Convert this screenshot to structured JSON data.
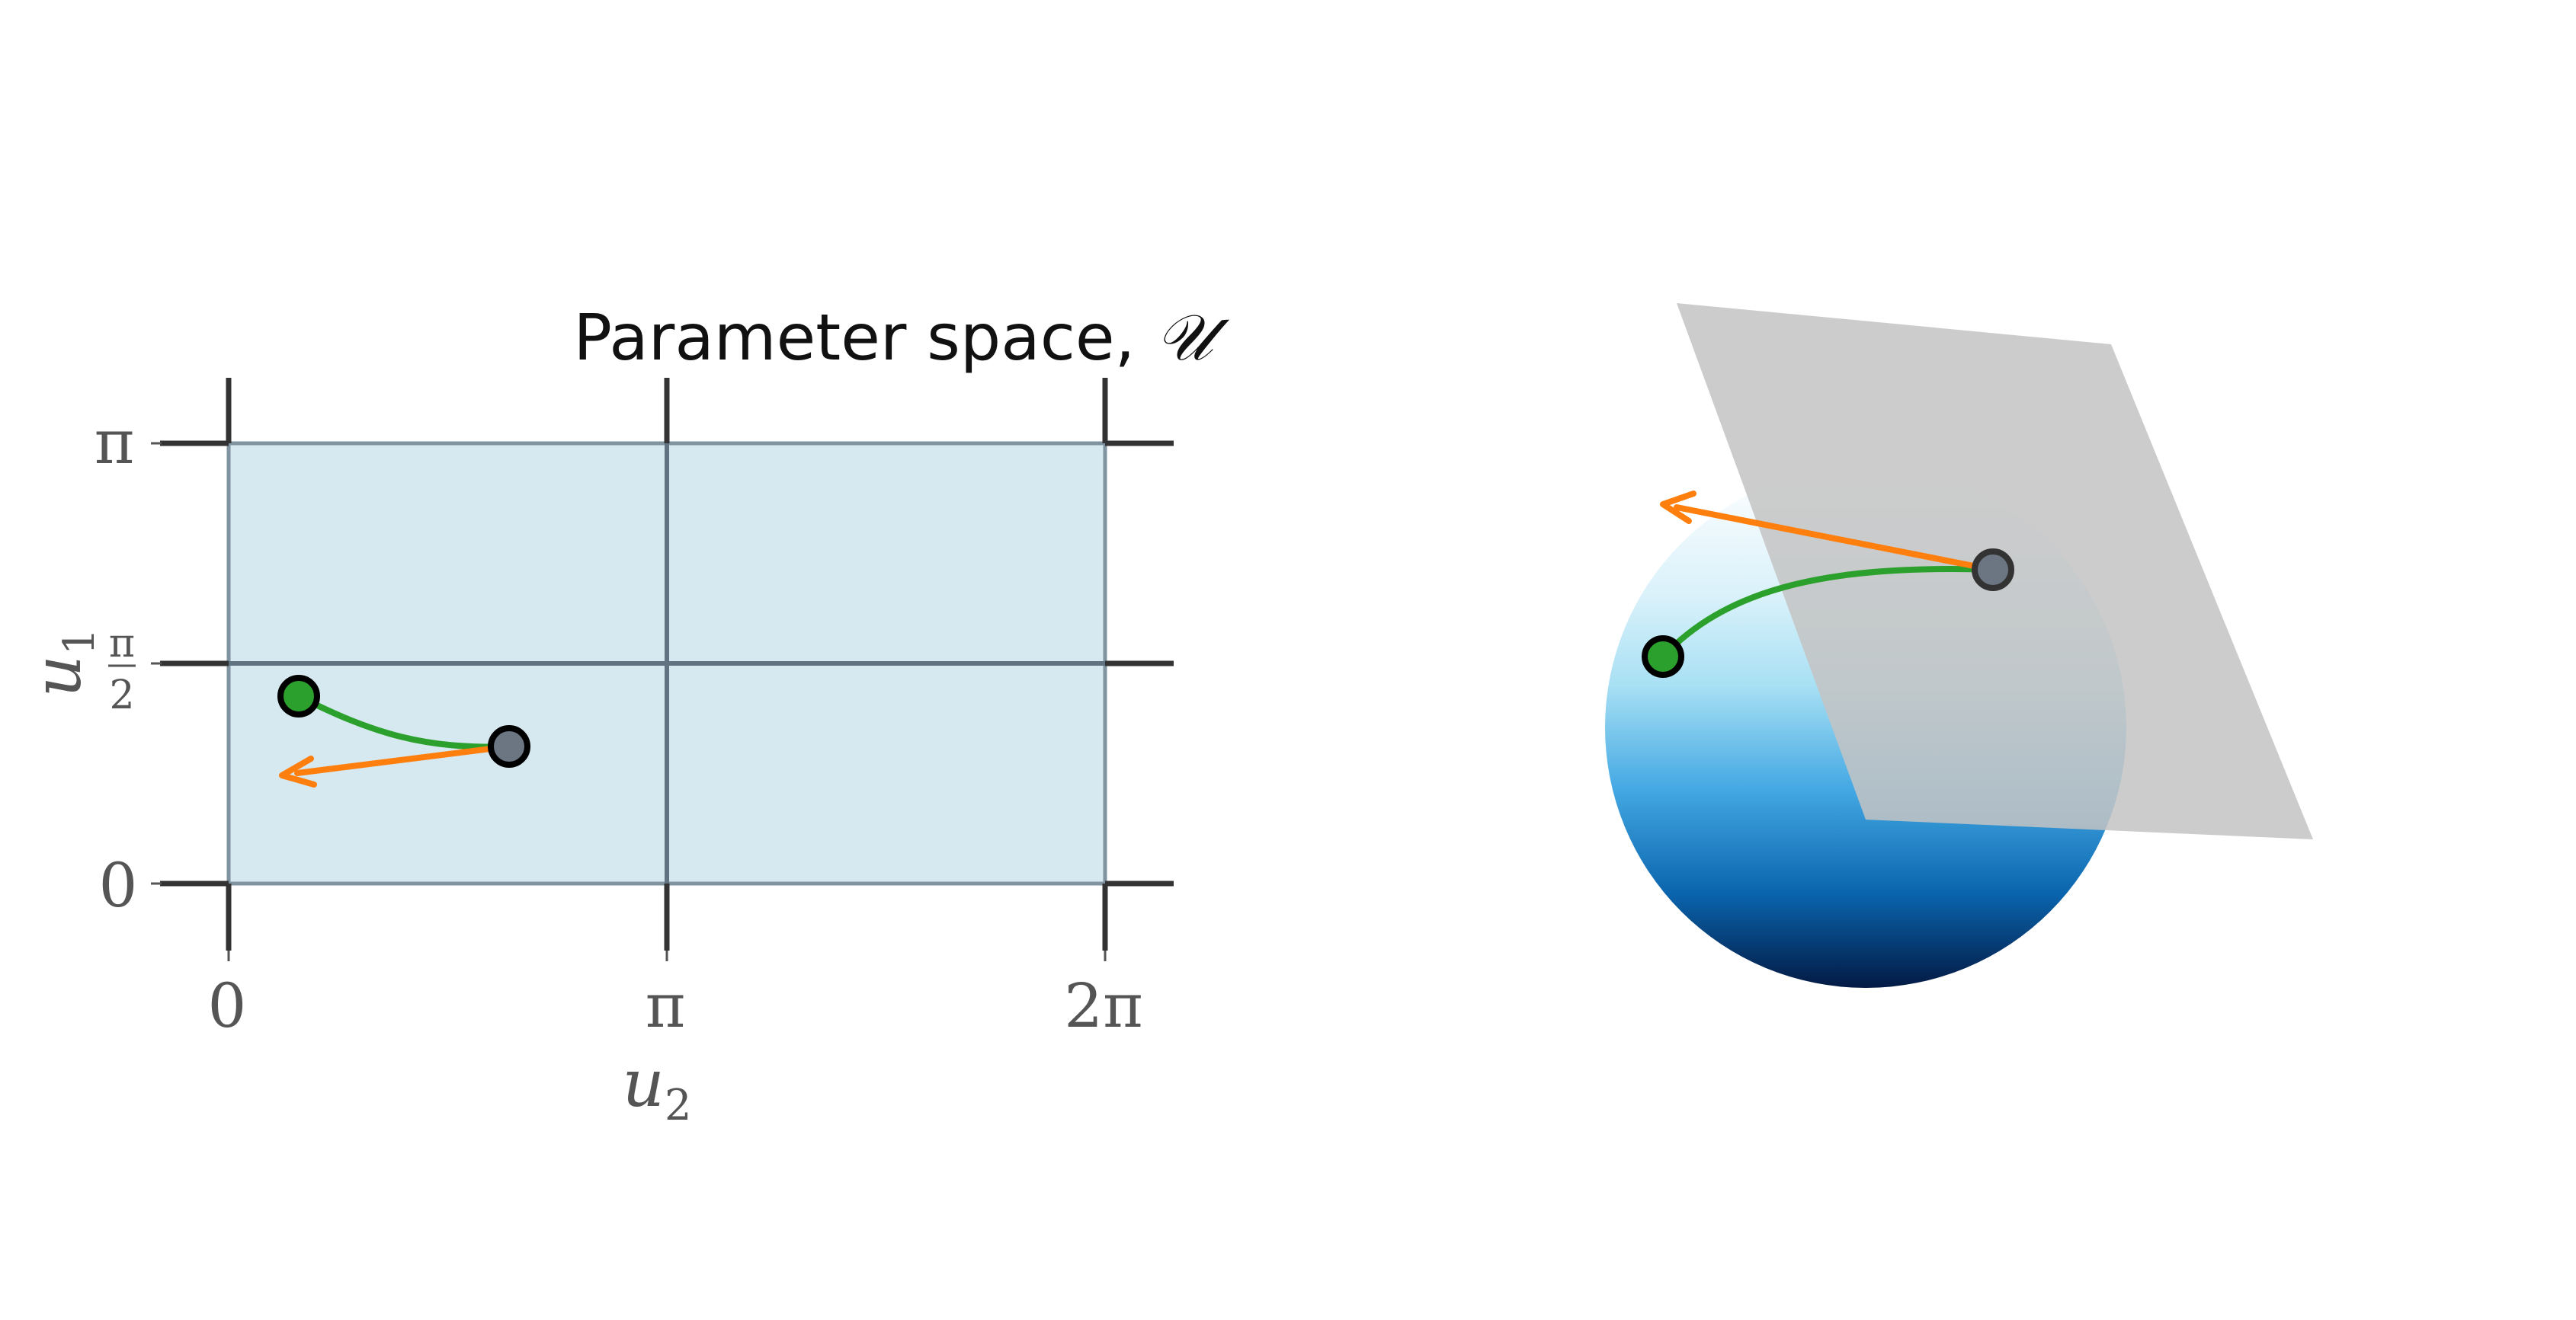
{
  "left_panel": {
    "title": "Parameter space, ",
    "title_symbol": "𝒰",
    "x_ticks": [
      "0",
      "π",
      "2π"
    ],
    "y_ticks": [
      "π",
      "π/2",
      "0"
    ],
    "y_tick_frac_num": "π",
    "y_tick_frac_den": "2",
    "xlabel_base": "u",
    "xlabel_sub": "2",
    "ylabel_base": "u",
    "ylabel_sub": "1"
  },
  "colors": {
    "region_fill": "#d6e9f1",
    "grid_line": "#5f7480",
    "axis_line": "#333333",
    "curve": "#2ca02c",
    "arrow": "#ff7f0e",
    "start_point": "#2ca02c",
    "end_point": "#6b7682",
    "plane": "#c4c4c4"
  }
}
